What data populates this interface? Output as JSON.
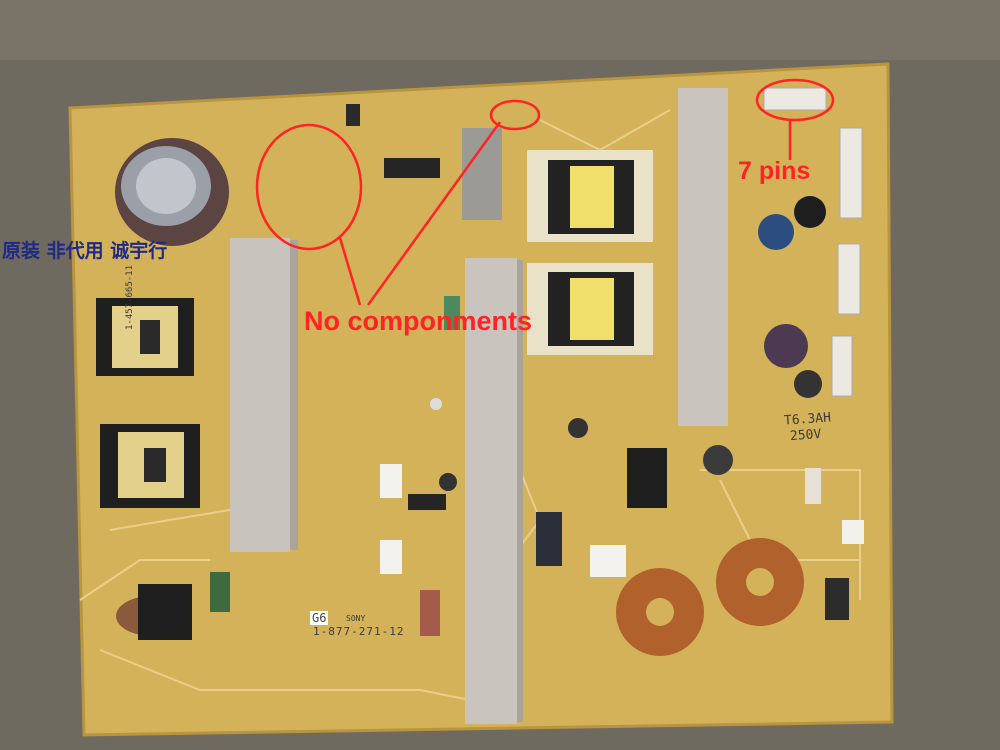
{
  "overlay": {
    "chinese_label": "原装 非代用 诚宇行",
    "no_components_label": "No componments",
    "pins_label": "7 pins"
  },
  "board": {
    "part_number": "1-877-271-12",
    "fuse_rating": "T6.3AH",
    "fuse_voltage": "250V",
    "brand": "SONY",
    "grade": "G6",
    "transformer_code": "1-457-665-11"
  },
  "colors": {
    "pcb": "#d4b25a",
    "heatsink": "#c7c3bc",
    "annotation_red": "#ff2323",
    "chinese_text": "#1f2a86"
  }
}
